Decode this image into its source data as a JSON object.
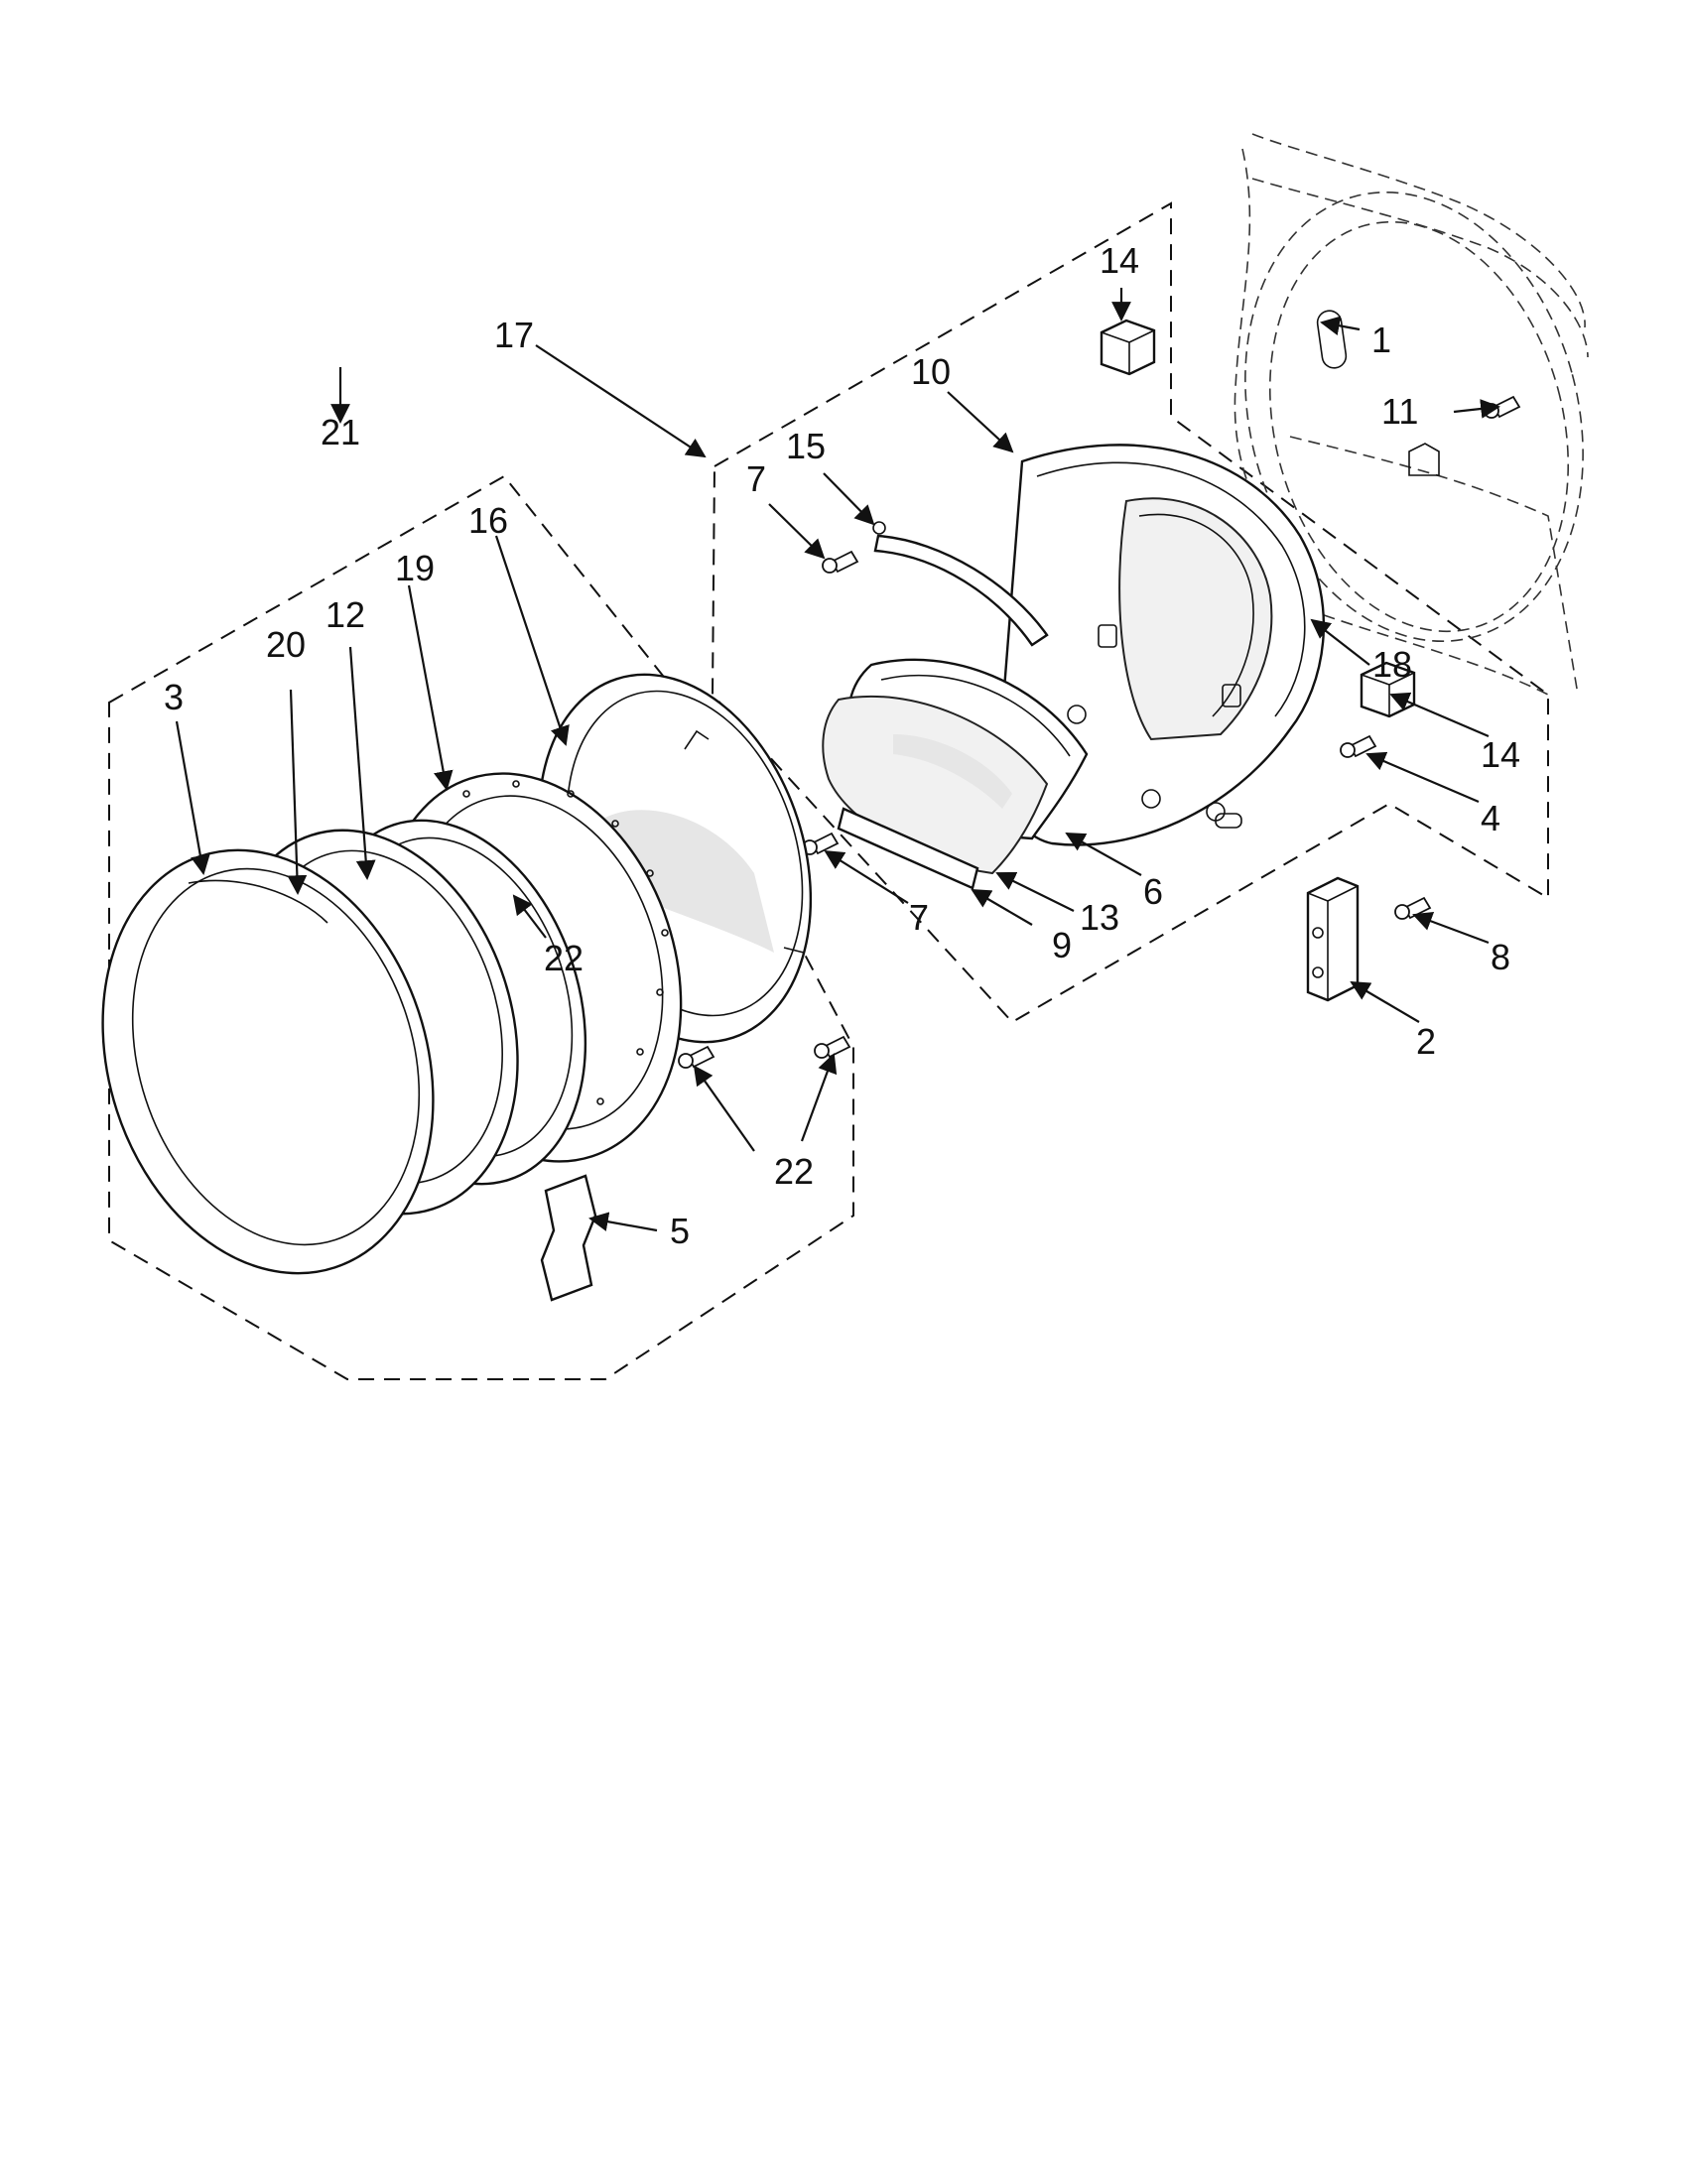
{
  "callouts": [
    {
      "id": "c1",
      "label": "1"
    },
    {
      "id": "c2",
      "label": "2"
    },
    {
      "id": "c3",
      "label": "3"
    },
    {
      "id": "c4",
      "label": "4"
    },
    {
      "id": "c5",
      "label": "5"
    },
    {
      "id": "c6",
      "label": "6"
    },
    {
      "id": "c7a",
      "label": "7"
    },
    {
      "id": "c7b",
      "label": "7"
    },
    {
      "id": "c8",
      "label": "8"
    },
    {
      "id": "c9",
      "label": "9"
    },
    {
      "id": "c10",
      "label": "10"
    },
    {
      "id": "c11",
      "label": "11"
    },
    {
      "id": "c12",
      "label": "12"
    },
    {
      "id": "c13",
      "label": "13"
    },
    {
      "id": "c14a",
      "label": "14"
    },
    {
      "id": "c14b",
      "label": "14"
    },
    {
      "id": "c15",
      "label": "15"
    },
    {
      "id": "c16",
      "label": "16"
    },
    {
      "id": "c17",
      "label": "17"
    },
    {
      "id": "c18",
      "label": "18"
    },
    {
      "id": "c19",
      "label": "19"
    },
    {
      "id": "c20",
      "label": "20"
    },
    {
      "id": "c21",
      "label": "21"
    },
    {
      "id": "c22a",
      "label": "22"
    },
    {
      "id": "c22b",
      "label": "22"
    }
  ]
}
